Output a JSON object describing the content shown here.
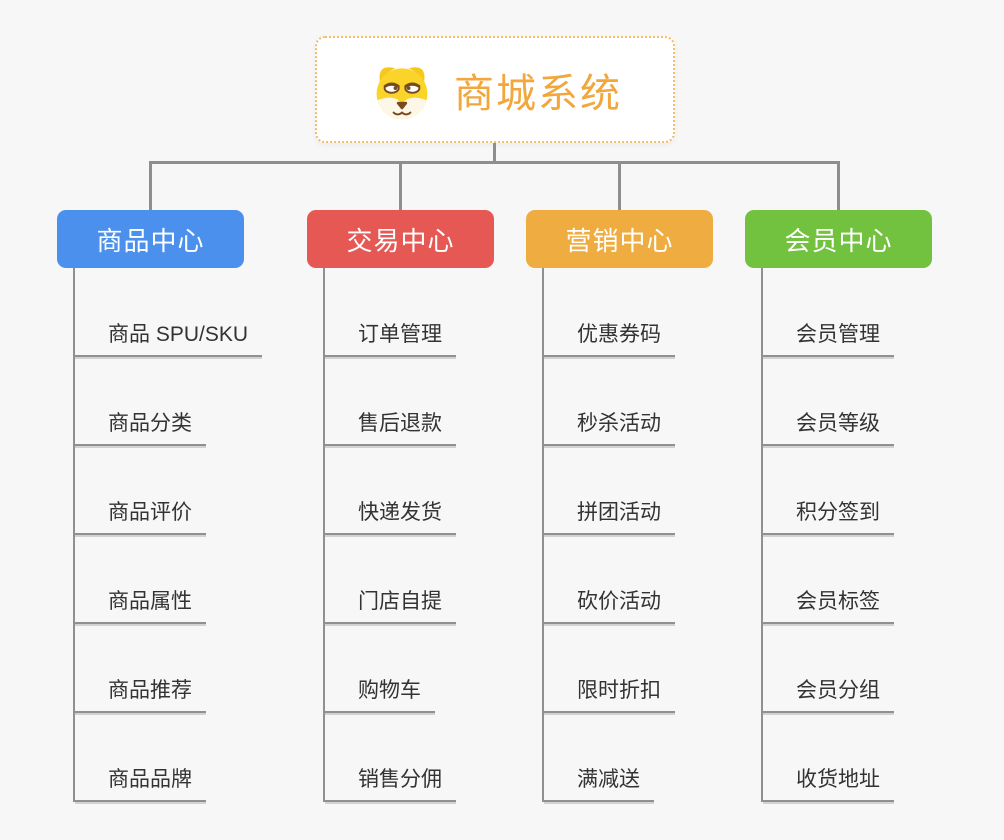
{
  "root": {
    "title": "商城系统",
    "icon": "dog-face-icon"
  },
  "branches": [
    {
      "label": "商品中心",
      "color": "#4b90ec",
      "items": [
        "商品 SPU/SKU",
        "商品分类",
        "商品评价",
        "商品属性",
        "商品推荐",
        "商品品牌"
      ]
    },
    {
      "label": "交易中心",
      "color": "#e65854",
      "items": [
        "订单管理",
        "售后退款",
        "快递发货",
        "门店自提",
        "购物车",
        "销售分佣"
      ]
    },
    {
      "label": "营销中心",
      "color": "#efad41",
      "items": [
        "优惠券码",
        "秒杀活动",
        "拼团活动",
        "砍价活动",
        "限时折扣",
        "满减送"
      ]
    },
    {
      "label": "会员中心",
      "color": "#72c13f",
      "items": [
        "会员管理",
        "会员等级",
        "积分签到",
        "会员标签",
        "会员分组",
        "收货地址"
      ]
    }
  ],
  "colors": {
    "background": "#f7f7f7",
    "connector": "#8e8e8e",
    "leaf_line": "#909090",
    "leaf_text": "#333333",
    "root_accent": "#f1a73c",
    "root_border": "#f4bc69"
  }
}
